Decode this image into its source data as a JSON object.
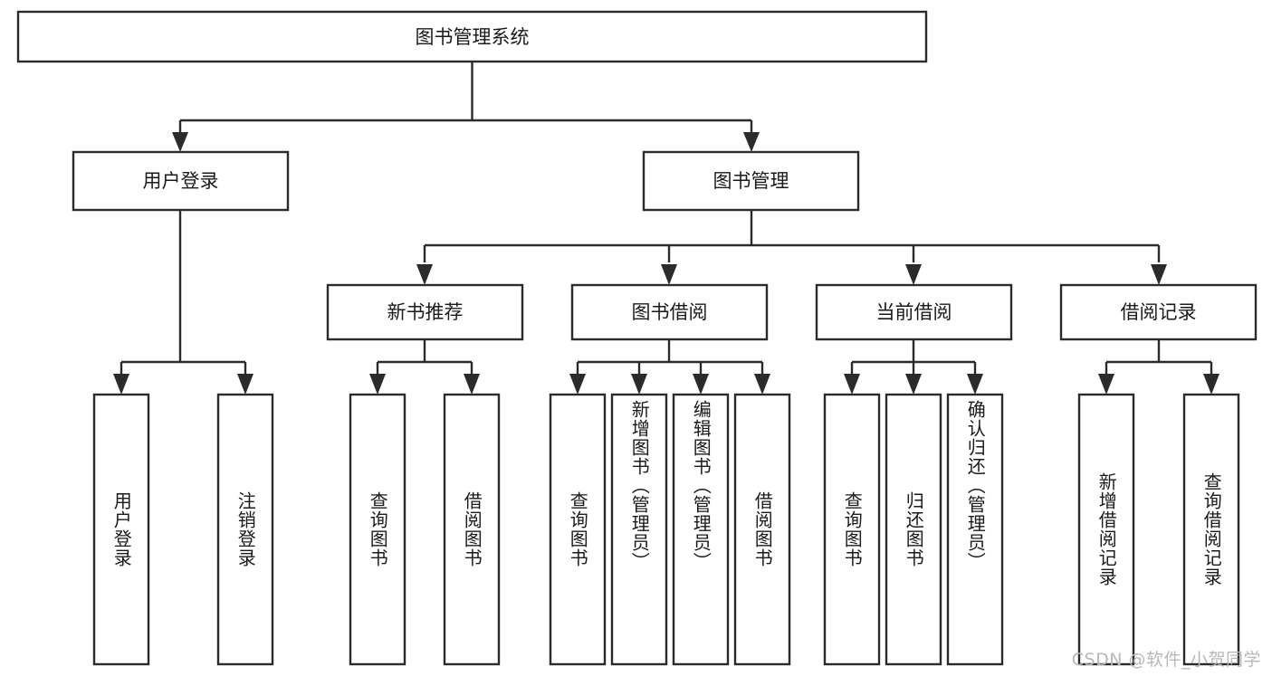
{
  "diagram": {
    "type": "tree",
    "title": "图书管理系统",
    "orientation": "top-down",
    "root": {
      "id": "root",
      "label": "图书管理系统",
      "level": 0
    },
    "level1": [
      {
        "id": "user-login",
        "label": "用户登录"
      },
      {
        "id": "book-manage",
        "label": "图书管理"
      }
    ],
    "level2": [
      {
        "id": "new-book-rec",
        "label": "新书推荐",
        "parent": "book-manage"
      },
      {
        "id": "book-borrow",
        "label": "图书借阅",
        "parent": "book-manage"
      },
      {
        "id": "current-borrow",
        "label": "当前借阅",
        "parent": "book-manage"
      },
      {
        "id": "borrow-record",
        "label": "借阅记录",
        "parent": "book-manage"
      }
    ],
    "leaves": [
      {
        "id": "leaf-user-login",
        "label": "用户登录",
        "parent": "user-login"
      },
      {
        "id": "leaf-logout",
        "label": "注销登录",
        "parent": "user-login"
      },
      {
        "id": "leaf-query-book-1",
        "label": "查询图书",
        "parent": "new-book-rec"
      },
      {
        "id": "leaf-borrow-book-1",
        "label": "借阅图书",
        "parent": "new-book-rec"
      },
      {
        "id": "leaf-query-book-2",
        "label": "查询图书",
        "parent": "book-borrow"
      },
      {
        "id": "leaf-add-book",
        "label": "新增图书（管理员）",
        "parent": "book-borrow"
      },
      {
        "id": "leaf-edit-book",
        "label": "编辑图书（管理员）",
        "parent": "book-borrow"
      },
      {
        "id": "leaf-borrow-book-2",
        "label": "借阅图书",
        "parent": "book-borrow"
      },
      {
        "id": "leaf-query-book-3",
        "label": "查询图书",
        "parent": "current-borrow"
      },
      {
        "id": "leaf-return-book",
        "label": "归还图书",
        "parent": "current-borrow"
      },
      {
        "id": "leaf-confirm-return",
        "label": "确认归还（管理员）",
        "parent": "current-borrow"
      },
      {
        "id": "leaf-add-record",
        "label": "新增借阅记录",
        "parent": "borrow-record"
      },
      {
        "id": "leaf-query-record",
        "label": "查询借阅记录",
        "parent": "borrow-record"
      }
    ]
  },
  "watermark": {
    "text": "CSDN @软件_小贺同学"
  },
  "colors": {
    "stroke": "#2b2b2b",
    "fill": "#ffffff",
    "text": "#1a1a1a",
    "watermark": "#b8b8b8",
    "background": "#ffffff"
  }
}
